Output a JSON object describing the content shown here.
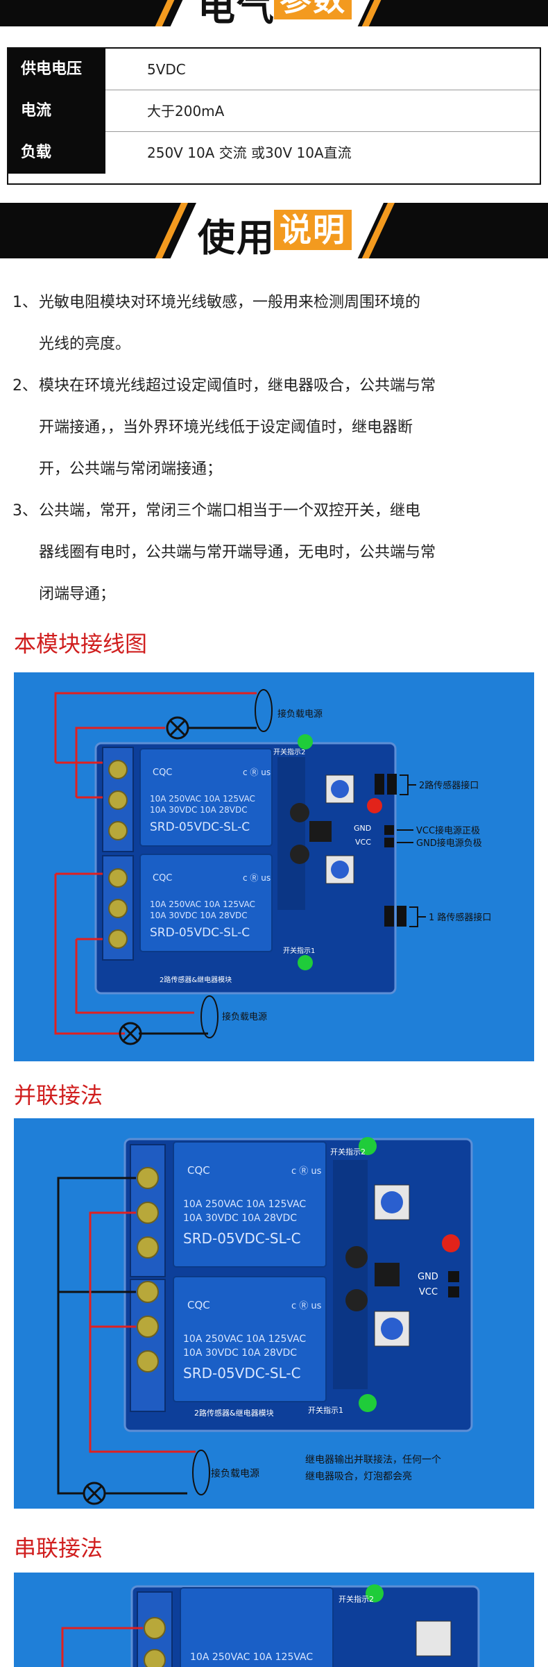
{
  "banner_electrical": {
    "title_black": "电气",
    "title_orange": "参数"
  },
  "params": [
    {
      "label": "供电电压",
      "value": "5VDC"
    },
    {
      "label": "电流",
      "value": "大于200mA"
    },
    {
      "label": "负载",
      "value": "250V 10A 交流 或30V 10A直流"
    }
  ],
  "banner_usage": {
    "title_black": "使用",
    "title_orange": "说明"
  },
  "instructions": [
    {
      "num": "1、",
      "lines": [
        "光敏电阻模块对环境光线敏感，一般用来检测周围环境的",
        "光线的亮度。"
      ]
    },
    {
      "num": "2、",
      "lines": [
        "模块在环境光线超过设定阈值时，继电器吸合，公共端与常",
        "开端接通，，当外界环境光线低于设定阈值时，继电器断",
        "开，公共端与常闭端接通；"
      ]
    },
    {
      "num": "3、",
      "lines": [
        "公共端，常开，常闭三个端口相当于一个双控开关，继电",
        "器线圈有电时，公共端与常开端导通，无电时，公共端与常",
        "闭端导通；"
      ]
    }
  ],
  "section_wiring": "本模块接线图",
  "section_parallel": "并联接法",
  "section_series": "串联接法",
  "photo_common": {
    "relay_brand": "CQC",
    "relay_rating_1": "10A 250VAC  10A 125VAC",
    "relay_rating_2": "10A 30VDC  10A 28VDC",
    "relay_model": "SRD-05VDC-SL-C",
    "ul_mark": "c Ⓡ us",
    "board_label": "2路传感器&继电器模块",
    "switch_label_top": "开关指示2",
    "switch_label_bottom": "开关指示1",
    "gnd": "GND",
    "vcc": "VCC"
  },
  "wiring_photo": {
    "load_top": "接负载电源",
    "load_bottom": "接负载电源",
    "sensor2": "2路传感器接口",
    "vcc_note": "VCC接电源正极",
    "gnd_note": "GND接电源负极",
    "sensor1": "1 路传感器接口"
  },
  "parallel_photo": {
    "load": "接负载电源",
    "note_line1": "继电器输出并联接法，任何一个",
    "note_line2": "继电器吸合，灯泡都会亮"
  },
  "colors": {
    "banner_black": "#0b0b0b",
    "accent_orange": "#f39a1f",
    "title_red": "#d01e1e",
    "photo_blue": "#1f7fd8",
    "pcb_blue": "#0d3f9a",
    "relay_blue": "#1a5fc6"
  }
}
